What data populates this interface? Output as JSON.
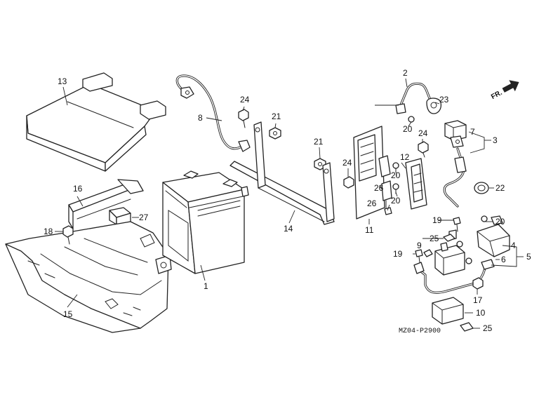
{
  "callouts": {
    "c1": "1",
    "c2": "2",
    "c3": "3",
    "c4": "4",
    "c5": "5",
    "c6": "6",
    "c7": "7",
    "c8": "8",
    "c9": "9",
    "c10": "10",
    "c11": "11",
    "c12": "12",
    "c13": "13",
    "c14": "14",
    "c15": "15",
    "c16": "16",
    "c17": "17",
    "c18": "18",
    "c19": "19",
    "c20": "20",
    "c21": "21",
    "c22": "22",
    "c23": "23",
    "c24": "24",
    "c25": "25",
    "c26": "26",
    "c27": "27"
  },
  "diagram_code": "MZ04-P2900",
  "front_label": "FR."
}
